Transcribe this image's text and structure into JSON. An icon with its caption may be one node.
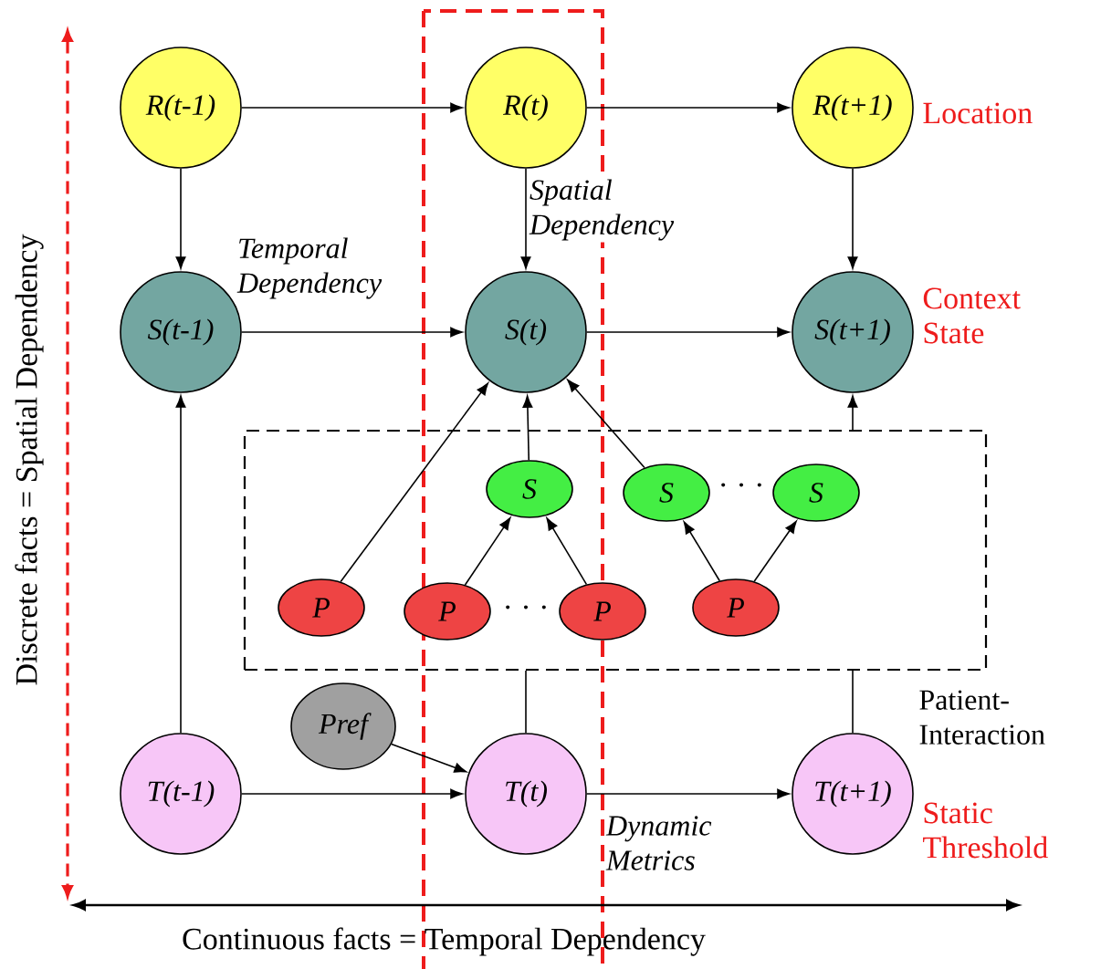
{
  "diagram": {
    "nodes": [
      {
        "text": [
          "R(t-1)"
        ]
      },
      {
        "text": [
          "R(t)"
        ]
      },
      {
        "text": [
          "R(t+1)"
        ],
        "beside": [
          "Location"
        ]
      },
      {
        "text": [
          "S(t-1)"
        ]
      },
      {
        "text": [
          "S(t)"
        ]
      },
      {
        "text": [
          "S(t+1)"
        ],
        "beside": [
          "Context State"
        ]
      },
      {
        "text": [
          "Patient-Interaction"
        ]
      },
      {
        "text": [
          "S"
        ],
        "in": 6
      },
      {
        "text": [
          "S"
        ],
        "in": 6
      },
      {
        "text": [
          "S"
        ],
        "in": 6
      },
      {
        "text": [
          "P"
        ],
        "in": 6
      },
      {
        "text": [
          "P"
        ],
        "in": 6
      },
      {
        "text": [
          "P"
        ],
        "in": 6
      },
      {
        "text": [
          "P"
        ],
        "in": 6
      },
      {
        "text": [
          "Pref"
        ]
      },
      {
        "text": [
          "T(t-1)"
        ]
      },
      {
        "text": [
          "T(t)"
        ]
      },
      {
        "text": [
          "T(t+1)"
        ],
        "beside": [
          "Static Threshold"
        ]
      }
    ],
    "edges": [
      {
        "from": 0,
        "to": 1,
        "arrow": "to"
      },
      {
        "from": 1,
        "to": 2,
        "arrow": "to"
      },
      {
        "from": 0,
        "to": 3,
        "arrow": "to"
      },
      {
        "from": 1,
        "to": 4,
        "arrow": "to",
        "label": "Spatial Dependency"
      },
      {
        "from": 2,
        "to": 5,
        "arrow": "to"
      },
      {
        "from": 3,
        "to": 4,
        "arrow": "to",
        "label": "Temporal Dependency"
      },
      {
        "from": 4,
        "to": 5,
        "arrow": "to"
      },
      {
        "from": 15,
        "to": 3,
        "arrow": "to"
      },
      {
        "from": 10,
        "to": 4,
        "arrow": "to"
      },
      {
        "from": 7,
        "to": 4,
        "arrow": "to"
      },
      {
        "from": 8,
        "to": 4,
        "arrow": "to"
      },
      {
        "from": 11,
        "to": 7,
        "arrow": "to"
      },
      {
        "from": 12,
        "to": 7,
        "arrow": "to"
      },
      {
        "from": 13,
        "to": 8,
        "arrow": "to"
      },
      {
        "from": 13,
        "to": 9,
        "arrow": "to"
      },
      {
        "from": 6,
        "to": 5,
        "arrow": "to"
      },
      {
        "from": 16,
        "to": 6,
        "arrow": "none"
      },
      {
        "from": 17,
        "to": 6,
        "arrow": "none"
      },
      {
        "from": 14,
        "to": 16,
        "arrow": "to"
      },
      {
        "from": 15,
        "to": 16,
        "arrow": "to"
      },
      {
        "from": 16,
        "to": 17,
        "arrow": "to",
        "label": "Dynamic Metrics"
      }
    ],
    "labels": [
      "· · ·",
      "· · ·",
      "Discrete facts = Spatial Dependency",
      "Continuous facts = Temporal Dependency"
    ]
  }
}
